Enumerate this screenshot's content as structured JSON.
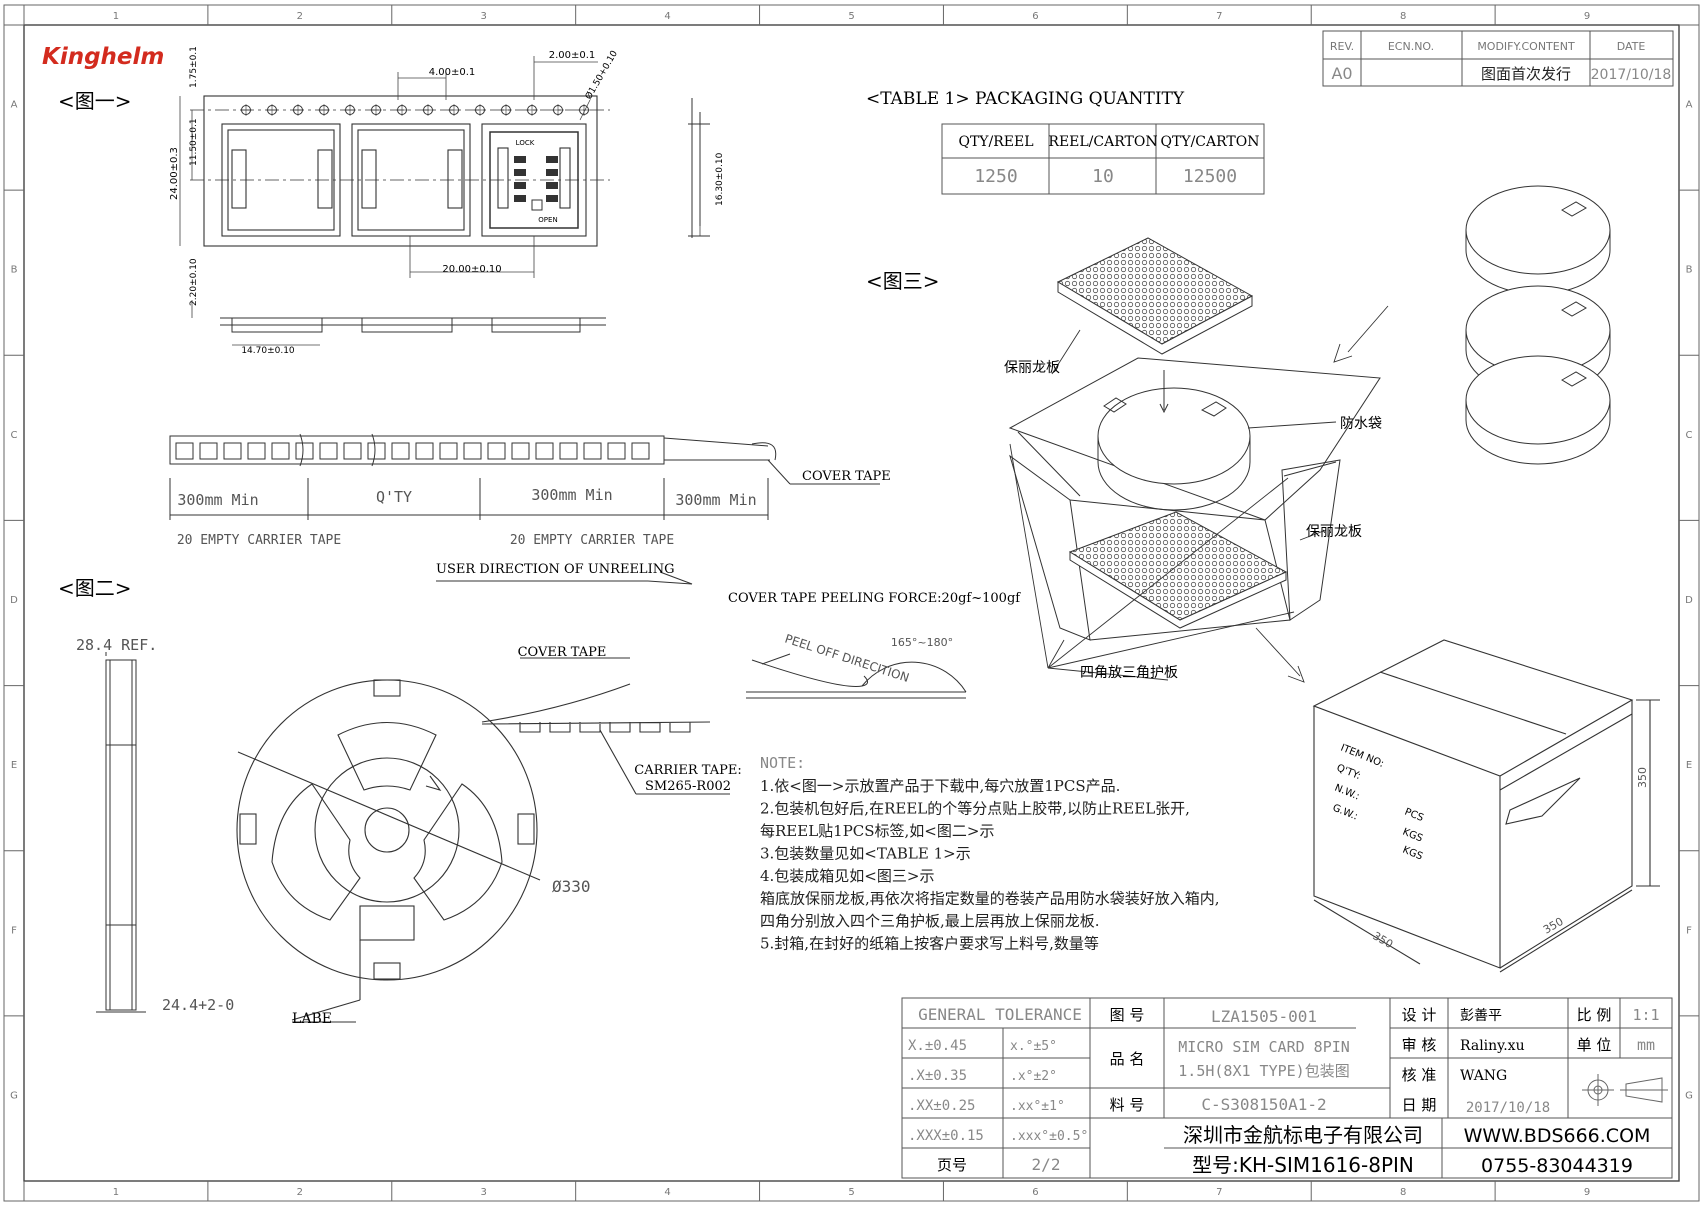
{
  "brand": {
    "logo": "Kinghelm"
  },
  "zones": {
    "cols": [
      "1",
      "2",
      "3",
      "4",
      "5",
      "6",
      "7",
      "8",
      "9"
    ],
    "rows": [
      "A",
      "B",
      "C",
      "D",
      "E",
      "F",
      "G"
    ]
  },
  "rev_table": {
    "headers": [
      "REV.",
      "ECN.NO.",
      "MODIFY.CONTENT",
      "DATE"
    ],
    "row": [
      "A0",
      "",
      "图面首次发行",
      "2017/10/18"
    ]
  },
  "figure1": {
    "title": "<图一>",
    "dims": {
      "pitch_4": "4.00±0.1",
      "p2": "2.00±0.1",
      "hole": "Ø1.50+0.10",
      "edge": "1.75±0.1",
      "f": "11.50±0.1",
      "width": "24.00±0.3",
      "pitch_20": "20.00±0.10",
      "pocket": "16.30±0.10",
      "depth": "2.20±0.10",
      "pocket_w": "14.70±0.10"
    },
    "part_labels": {
      "lock": "LOCK",
      "open": "OPEN"
    }
  },
  "tape_strip": {
    "seg1": "300mm  Min",
    "seg2": "Q'TY",
    "seg3": "300mm  Min",
    "seg4": "300mm  Min",
    "empty_left": "20  EMPTY  CARRIER  TAPE",
    "empty_right": "20  EMPTY  CARRIER  TAPE",
    "cover_tape": "COVER TAPE",
    "unreel": "USER DIRECTION OF UNREELING"
  },
  "figure2": {
    "title": "<图二>",
    "ref": "28.4  REF.",
    "hub": "24.4+2-0",
    "cover_tape": "COVER TAPE",
    "carrier_tape": "CARRIER TAPE:",
    "carrier_model": "SM265-R002",
    "diameter": "Ø330",
    "labe": "LABE"
  },
  "peel": {
    "force": "COVER TAPE PEELING FORCE:20gf~100gf",
    "direction": "PEEL  OFF DIRECITION",
    "angle": "165°~180°"
  },
  "table1": {
    "title": "<TABLE 1>  PACKAGING  QUANTITY",
    "headers": [
      "QTY/REEL",
      "REEL/CARTON",
      "QTY/CARTON"
    ],
    "values": [
      "1250",
      "10",
      "12500"
    ]
  },
  "figure3": {
    "title": "<图三>",
    "label_top_board": "保丽龙板",
    "label_bag": "防水袋",
    "label_bottom_board": "保丽龙板",
    "label_corners": "四角放三角护板",
    "box_labels": [
      "ITEM NO:",
      "Q'TY:",
      "N.W.:",
      "G.W.:"
    ],
    "box_units": [
      "PCS",
      "KGS",
      "KGS"
    ],
    "box_dims": [
      "350",
      "350",
      "350"
    ]
  },
  "notes": {
    "title": "NOTE:",
    "lines": [
      "1.依<图一>示放置产品于下载中,每穴放置1PCS产品.",
      "2.包装机包好后,在REEL的个等分点贴上胶带,以防止REEL张开,",
      "   每REEL贴1PCS标签,如<图二>示",
      "3.包装数量见如<TABLE 1>示",
      "4.包装成箱见如<图三>示",
      "   箱底放保丽龙板,再依次将指定数量的卷装产品用防水袋装好放入箱内,",
      "   四角分别放入四个三角护板,最上层再放上保丽龙板.",
      "5.封箱,在封好的纸箱上按客户要求写上料号,数量等"
    ]
  },
  "title_block": {
    "general_tolerance": "GENERAL  TOLERANCE",
    "tolerances": [
      [
        "X.±0.45",
        "x.°±5°"
      ],
      [
        ".X±0.35",
        ".x°±2°"
      ],
      [
        ".XX±0.25",
        ".xx°±1°"
      ],
      [
        ".XXX±0.15",
        ".xxx°±0.5°"
      ]
    ],
    "page_label": "页号",
    "page_value": "2/2",
    "drawing_no_label": "图 号",
    "drawing_no": "LZA1505-001",
    "name_label": "品 名",
    "name_line1": "MICRO  SIM  CARD  8PIN",
    "name_line2": "1.5H(8X1  TYPE)包装图",
    "part_no_label": "料 号",
    "part_no": "C-S308150A1-2",
    "design_label": "设 计",
    "design": "彭善平",
    "review_label": "审 核",
    "review": "Raliny.xu",
    "approve_label": "核 准",
    "approve": "WANG",
    "date_label": "日 期",
    "date": "2017/10/18",
    "scale_label": "比 例",
    "scale": "1:1",
    "unit_label": "单 位",
    "unit": "mm",
    "company": "深圳市金航标电子有限公司",
    "website": "WWW.BDS666.COM",
    "model": "型号:KH-SIM1616-8PIN",
    "phone": "0755-83044319"
  }
}
